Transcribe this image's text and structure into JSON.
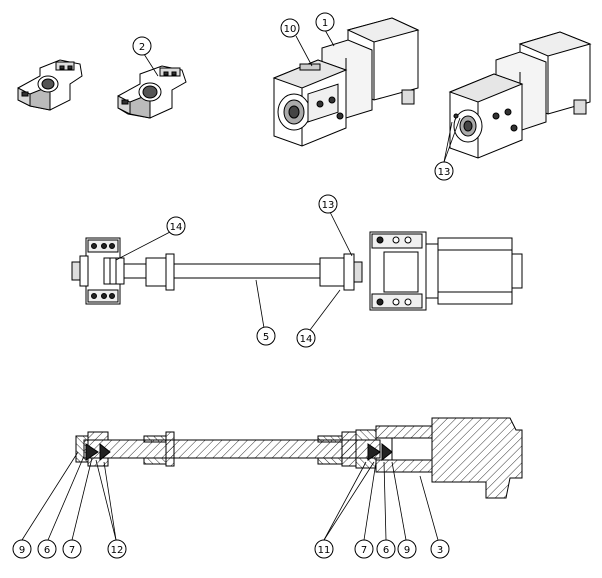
{
  "callouts": {
    "c1": "1",
    "c2": "2",
    "c10": "10",
    "c13_top": "13",
    "c13_mid": "13",
    "c14_left": "14",
    "c14_right": "14",
    "c5": "5",
    "c9_left": "9",
    "c6_left": "6",
    "c7_left": "7",
    "c12": "12",
    "c11": "11",
    "c7_right": "7",
    "c6_right": "6",
    "c9_right": "9",
    "c3": "3"
  },
  "colors": {
    "line": "#000000",
    "fill_light": "#ffffff",
    "fill_grey": "#d9d9d9",
    "fill_dark": "#333333"
  }
}
